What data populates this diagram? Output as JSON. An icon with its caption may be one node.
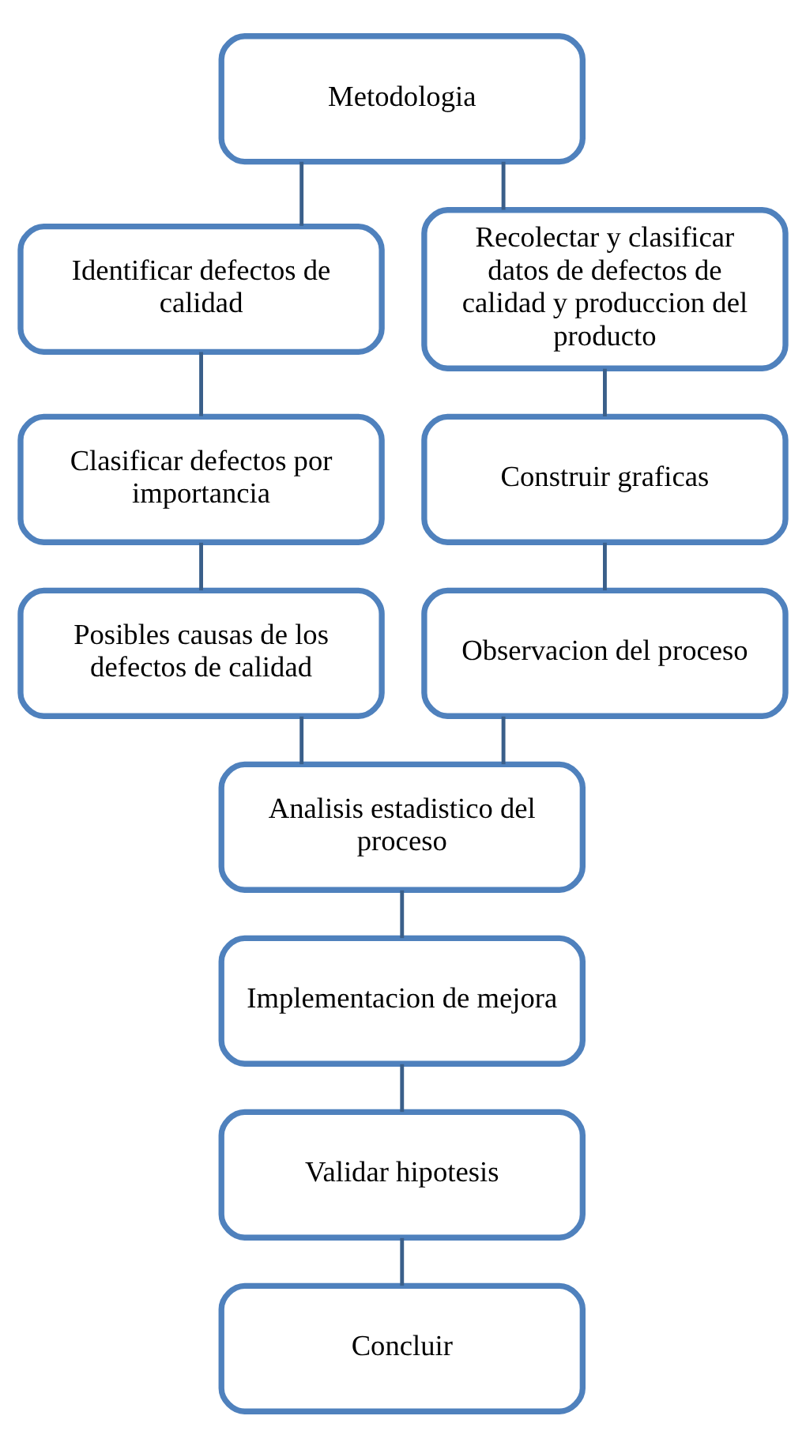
{
  "diagram": {
    "nodes": [
      {
        "text": [
          "Metodologia"
        ]
      },
      {
        "text": [
          "Identificar defectos de calidad"
        ]
      },
      {
        "text": [
          "Recolectar y clasificar datos de defectos de calidad y produccion del producto"
        ]
      },
      {
        "text": [
          "Clasificar defectos por importancia"
        ]
      },
      {
        "text": [
          "Construir graficas"
        ]
      },
      {
        "text": [
          "Posibles causas de los defectos de calidad"
        ]
      },
      {
        "text": [
          "Observacion del proceso"
        ]
      },
      {
        "text": [
          "Analisis estadistico del proceso"
        ]
      },
      {
        "text": [
          "Implementacion de mejora"
        ]
      },
      {
        "text": [
          "Validar hipotesis"
        ]
      },
      {
        "text": [
          "Concluir"
        ]
      }
    ],
    "edges": [
      {
        "from": 0,
        "to": 1,
        "arrow": "none"
      },
      {
        "from": 0,
        "to": 2,
        "arrow": "none"
      },
      {
        "from": 1,
        "to": 3,
        "arrow": "none"
      },
      {
        "from": 3,
        "to": 5,
        "arrow": "none"
      },
      {
        "from": 2,
        "to": 4,
        "arrow": "none"
      },
      {
        "from": 4,
        "to": 6,
        "arrow": "none"
      },
      {
        "from": 5,
        "to": 7,
        "arrow": "none"
      },
      {
        "from": 6,
        "to": 7,
        "arrow": "none"
      },
      {
        "from": 7,
        "to": 8,
        "arrow": "none"
      },
      {
        "from": 8,
        "to": 9,
        "arrow": "none"
      },
      {
        "from": 9,
        "to": 10,
        "arrow": "none"
      }
    ]
  }
}
